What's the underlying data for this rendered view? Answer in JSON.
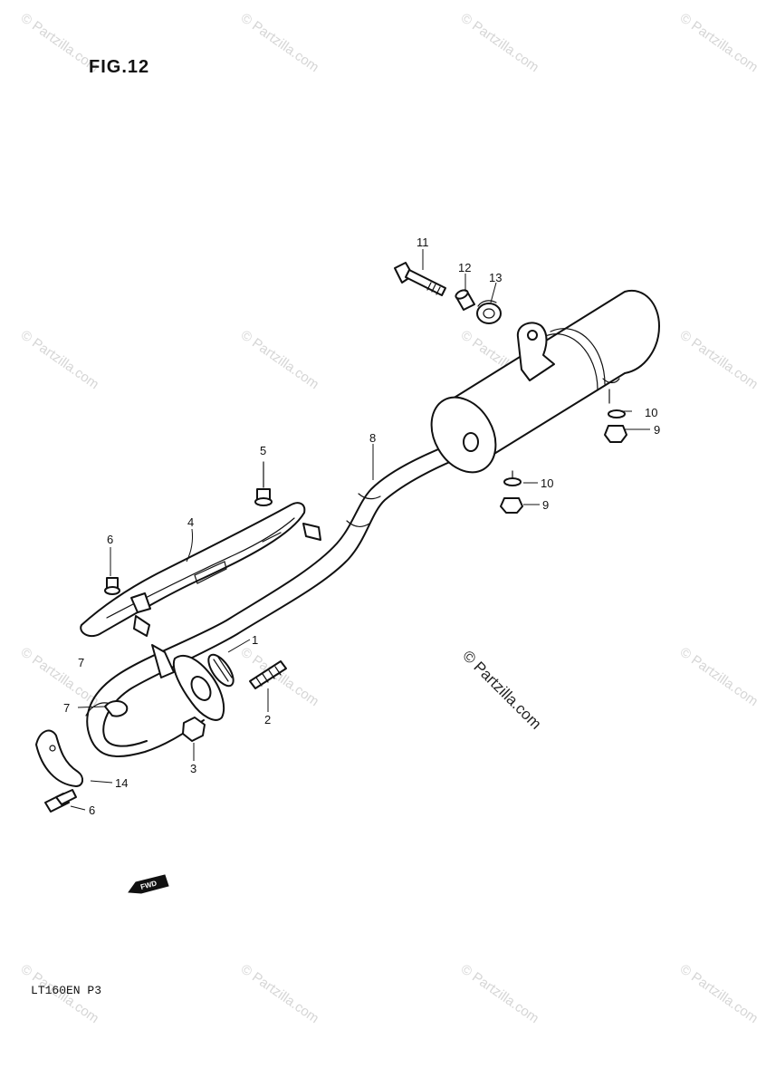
{
  "figure": {
    "title": "FIG.12",
    "model_code": "LT160EN P3"
  },
  "watermark": {
    "text": "© Partzilla.com",
    "repeat_text": "© Partzilla.com"
  },
  "direction_marker": {
    "label": "FWD"
  },
  "callouts": {
    "c1": "1",
    "c2": "2",
    "c3": "3",
    "c4": "4",
    "c5": "5",
    "c6a": "6",
    "c6b": "6",
    "c7a": "7",
    "c7b": "7",
    "c8": "8",
    "c9a": "9",
    "c9b": "9",
    "c10a": "10",
    "c10b": "10",
    "c11": "11",
    "c12": "12",
    "c13": "13",
    "c14": "14"
  }
}
